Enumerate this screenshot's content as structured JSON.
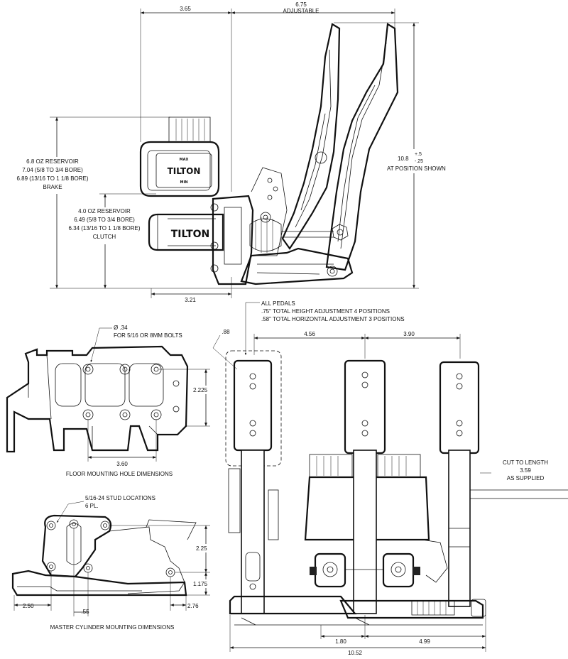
{
  "side_view": {
    "dim_top_left": "3.65",
    "dim_top_right": "6.75",
    "dim_top_right_note": "ADJUSTABLE",
    "dim_bottom": "3.21",
    "brake_note": [
      "6.8 OZ RESERVOIR",
      "7.04 (5/8 TO 3/4 BORE)",
      "6.89 (13/16 TO 1 1/8 BORE)",
      "BRAKE"
    ],
    "clutch_note": [
      "4.0 OZ RESERVOIR",
      "6.49 (5/8 TO 3/4 BORE)",
      "6.34 (13/16 TO 1 1/8 BORE)",
      "CLUTCH"
    ],
    "height_value": "10.8",
    "height_tol_plus": "+.5",
    "height_tol_minus": "-.25",
    "height_note": "AT POSITION SHOWN",
    "reservoir_logo": "TILTON",
    "reservoir_max": "MAX",
    "reservoir_min": "MIN",
    "cylinder_logo": "TILTON"
  },
  "front_view": {
    "pedal_note": [
      "ALL PEDALS",
      ".75\" TOTAL HEIGHT ADJUSTMENT 4 POSITIONS",
      ".58\" TOTAL HORIZONTAL ADJUSTMENT 3 POSITIONS"
    ],
    "dim_offset": ".88",
    "dim_pedal_1_2": "4.56",
    "dim_pedal_2_3": "3.90",
    "cut_note": [
      "CUT TO LENGTH",
      "3.59",
      "AS SUPPLIED"
    ],
    "dim_bottom_a": "1.80",
    "dim_bottom_b": "4.99",
    "dim_overall": "10.52"
  },
  "floor_view": {
    "hole_note": [
      "Ø .34",
      "FOR 5/16 OR 8MM BOLTS"
    ],
    "dim_height": "2.225",
    "dim_width": "3.60",
    "caption": "FLOOR MOUNTING HOLE DIMENSIONS"
  },
  "mc_view": {
    "stud_note": [
      "5/16-24 STUD LOCATIONS",
      "6 PL."
    ],
    "dim_height_a": "2.25",
    "dim_height_b": "1.175",
    "dim_left": "2.50",
    "dim_mid": ".55",
    "dim_right": "2.76",
    "caption": "MASTER CYLINDER MOUNTING DIMENSIONS"
  }
}
